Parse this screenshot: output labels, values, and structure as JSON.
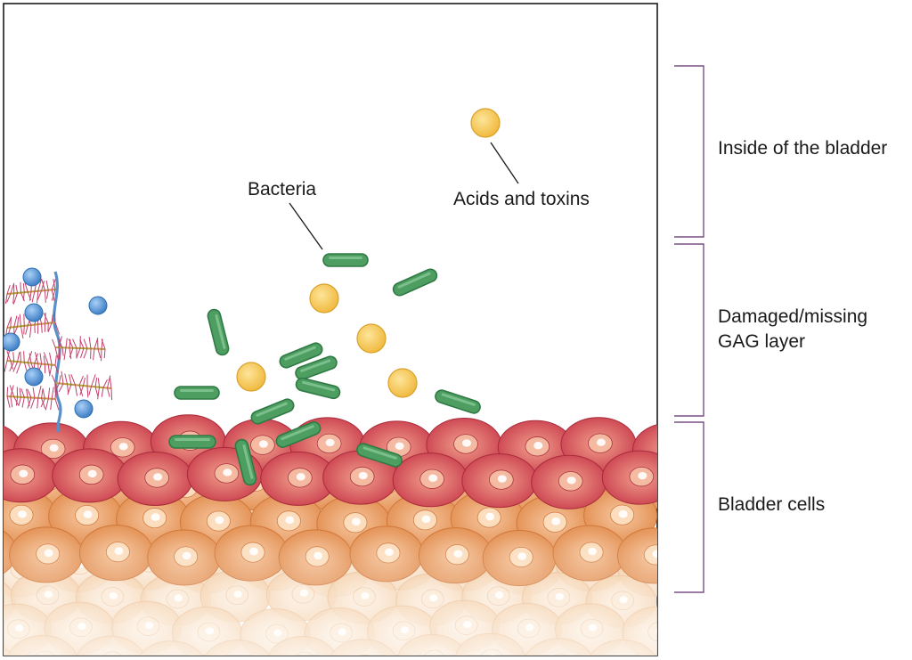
{
  "diagram": {
    "labels": {
      "bacteria": "Bacteria",
      "acids_toxins": "Acids and toxins"
    },
    "regions": {
      "inside": "Inside of the bladder",
      "gag_line1": "Damaged/missing",
      "gag_line2": "GAG layer",
      "cells": "Bladder cells"
    },
    "colors": {
      "frame": "#1a1a1a",
      "bracket": "#7a4f86",
      "bacteria_fill": "#4e9e62",
      "bacteria_stroke": "#2f7a44",
      "toxin_fill": "#f3c34f",
      "toxin_stroke": "#d9a22d",
      "gag_bead": "#4a90d9",
      "gag_strand": "#5b8fc7",
      "gag_bristle": "#c33f6a",
      "cell_top": "#c8394a",
      "cell_mid": "#e08a4a",
      "cell_low": "#f2c79a"
    }
  }
}
